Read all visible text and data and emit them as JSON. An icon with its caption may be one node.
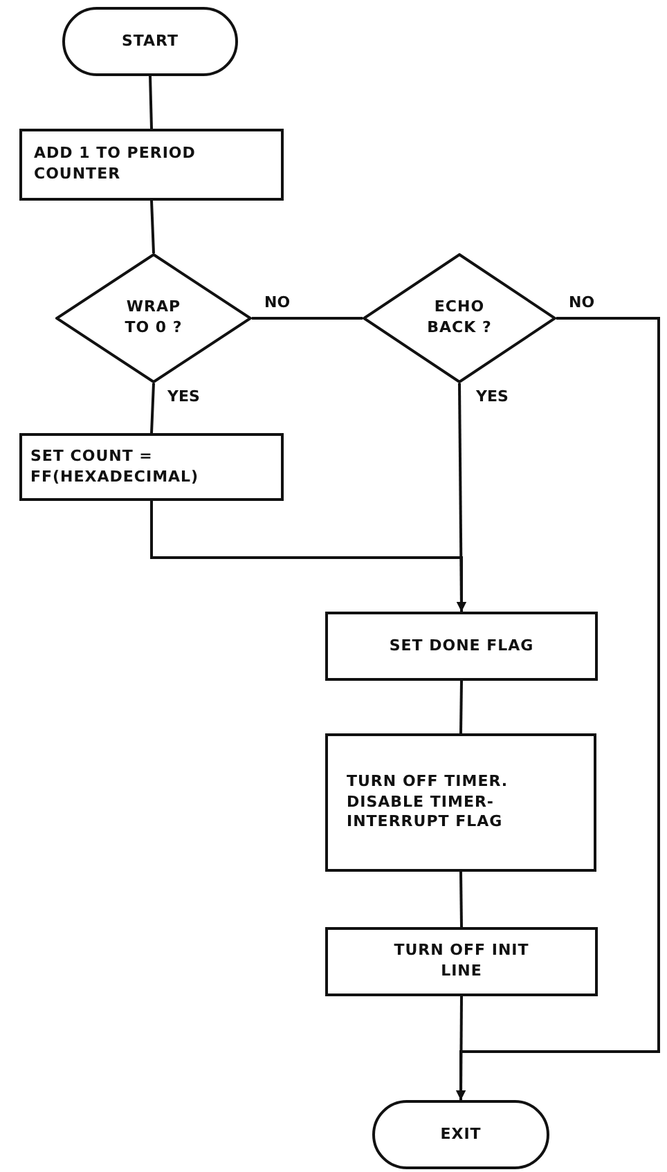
{
  "diagram": {
    "nodes": [
      {
        "text": [
          "START"
        ]
      },
      {
        "text": [
          "ADD 1 TO PERIOD COUNTER"
        ]
      },
      {
        "text": [
          "WRAP TO 0 ?"
        ]
      },
      {
        "text": [
          "ECHO BACK ?"
        ]
      },
      {
        "text": [
          "SET COUNT = FF(HEXADECIMAL)"
        ]
      },
      {
        "text": [
          "SET DONE FLAG"
        ]
      },
      {
        "text": [
          "TURN OFF TIMER. DISABLE TIMER-INTERRUPT FLAG"
        ]
      },
      {
        "text": [
          "TURN OFF INIT LINE"
        ]
      },
      {
        "text": [
          "EXIT"
        ]
      }
    ],
    "edges": [
      {
        "from": 0,
        "to": 1,
        "arrow": "none"
      },
      {
        "from": 1,
        "to": 2,
        "arrow": "none"
      },
      {
        "from": 2,
        "to": 4,
        "label": "YES",
        "arrow": "none"
      },
      {
        "from": 2,
        "to": 3,
        "label": "NO",
        "arrow": "none"
      },
      {
        "from": 3,
        "to": 5,
        "label": "YES",
        "arrow": "to"
      },
      {
        "from": 4,
        "to": 5,
        "arrow": "to"
      },
      {
        "from": 5,
        "to": 6,
        "arrow": "none"
      },
      {
        "from": 6,
        "to": 7,
        "arrow": "none"
      },
      {
        "from": 7,
        "to": 8,
        "arrow": "to"
      },
      {
        "from": 3,
        "to": 8,
        "label": "NO",
        "arrow": "to"
      }
    ]
  }
}
